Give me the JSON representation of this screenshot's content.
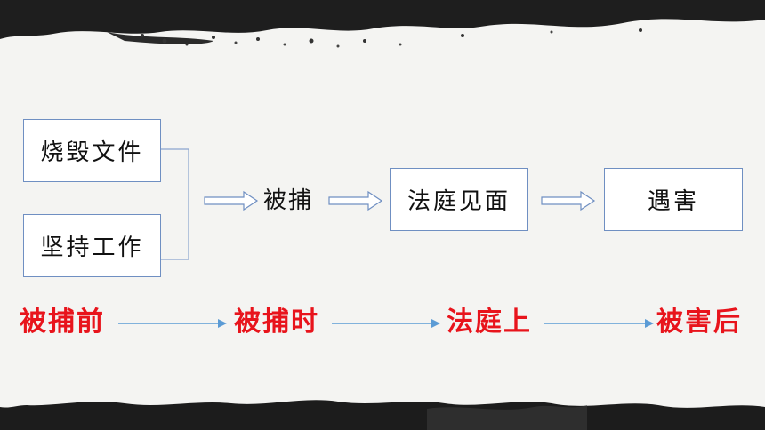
{
  "diagram": {
    "boxes": {
      "burn_files": "烧毁文件",
      "keep_working": "坚持工作",
      "court_meeting": "法庭见面",
      "killed": "遇害"
    },
    "labels": {
      "arrested": "被捕"
    },
    "timeline": [
      "被捕前",
      "被捕时",
      "法庭上",
      "被害后"
    ]
  },
  "colors": {
    "box_border": "#6f8fc2",
    "timeline_text": "#e8141c",
    "timeline_arrow": "#5b9bd5"
  }
}
